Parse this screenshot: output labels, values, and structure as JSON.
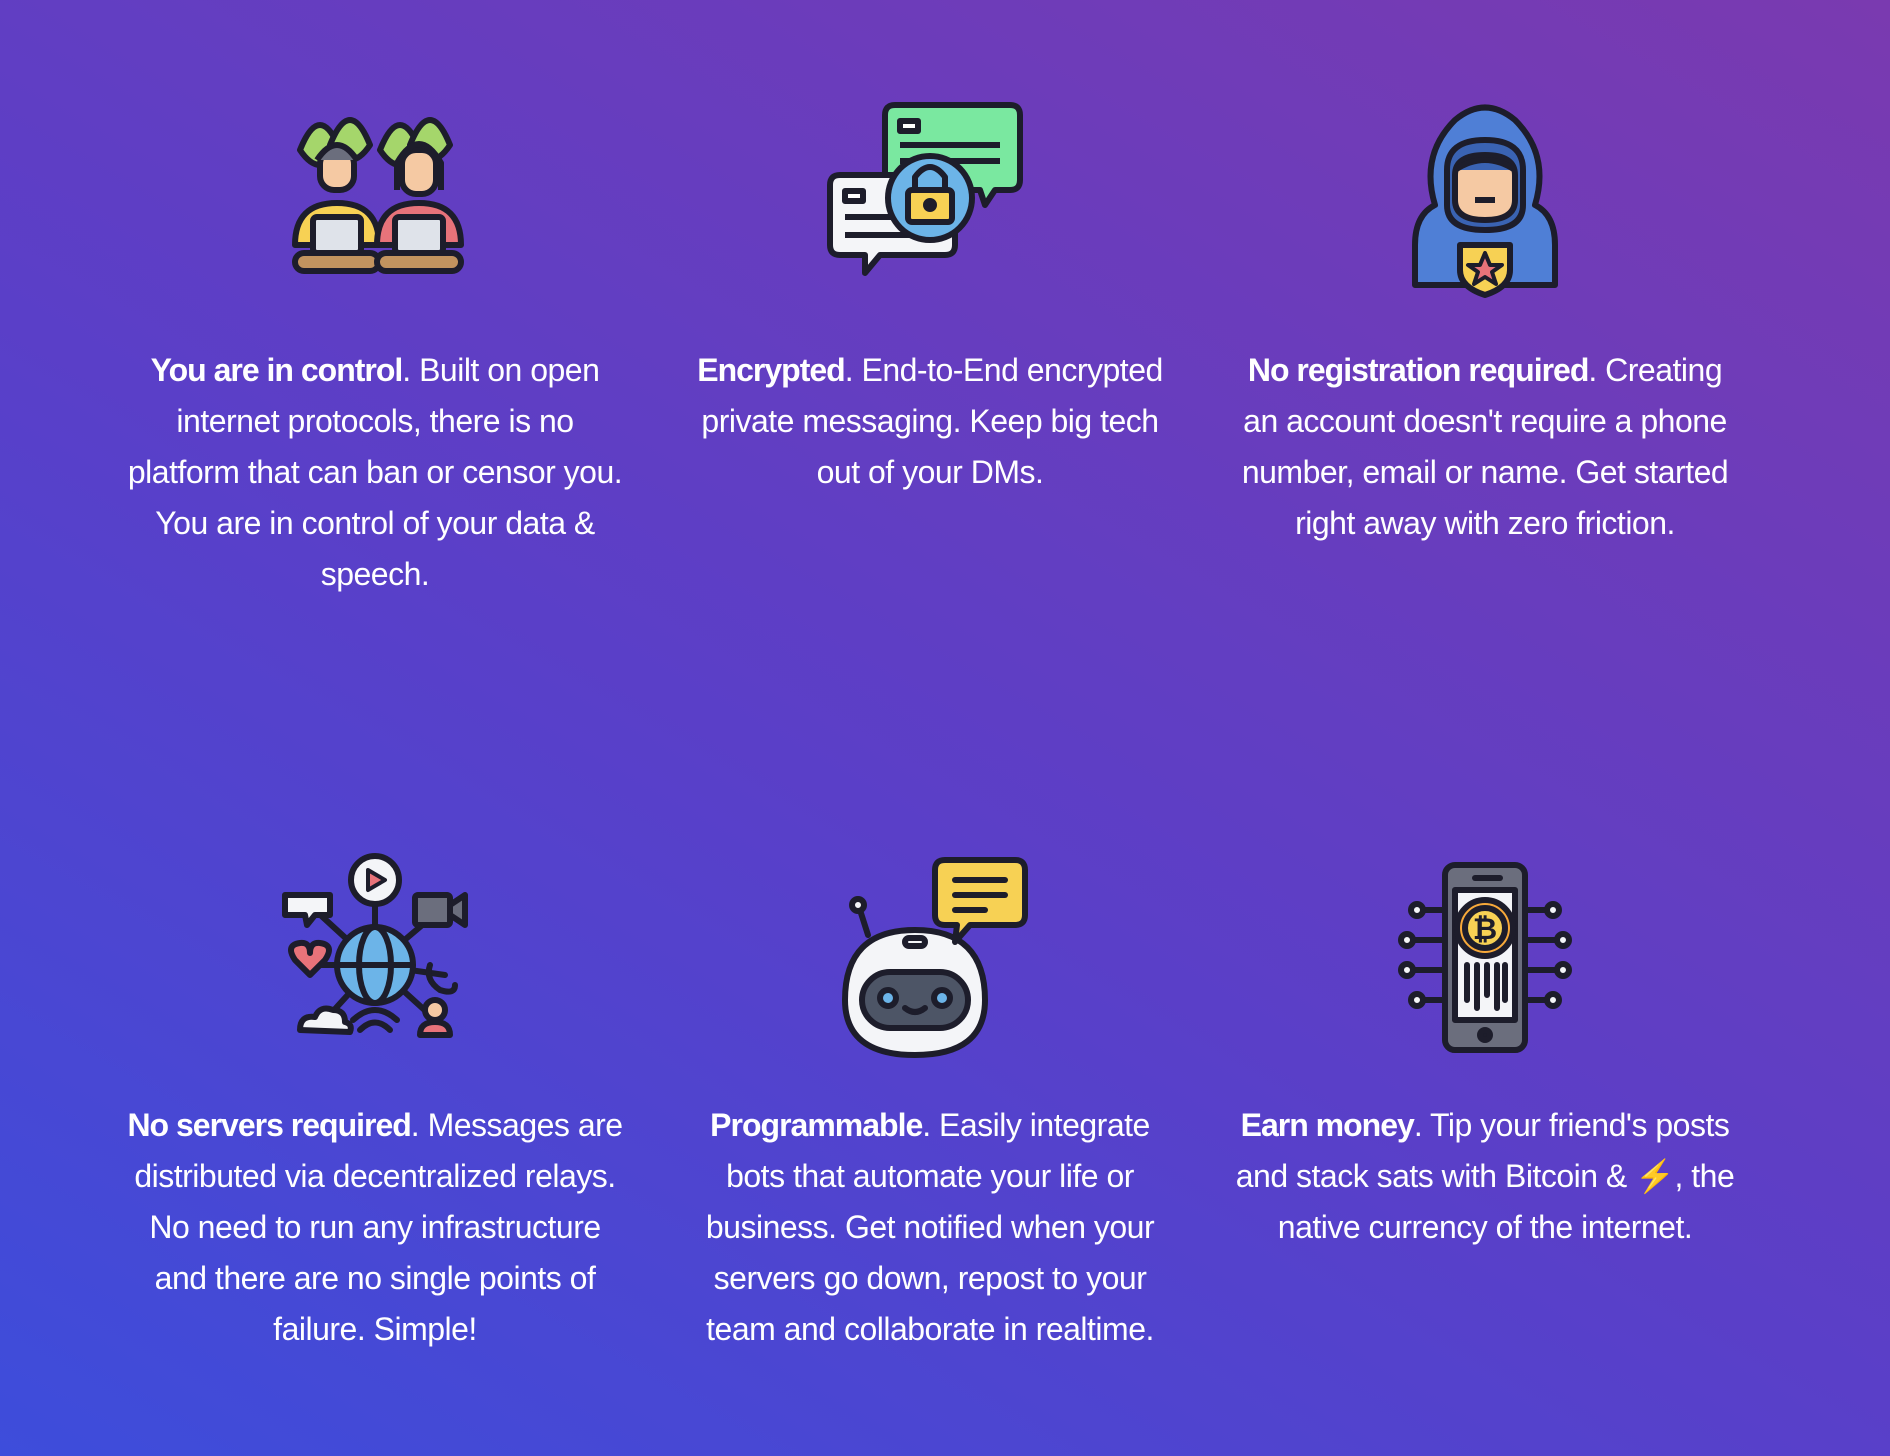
{
  "features": [
    {
      "title": "You are in control",
      "body": "Built on open internet protocols, there is no platform that can ban or censor you. You are in control of your data & speech.",
      "icon": "people-with-laptops-icon"
    },
    {
      "title": "Encrypted",
      "body": "End-to-End encrypted private messaging. Keep big tech out of your DMs.",
      "icon": "encrypted-chat-icon"
    },
    {
      "title": "No registration required",
      "body": "Creating an account doesn't require a phone number, email or name. Get started right away with zero friction.",
      "icon": "anonymous-hoodie-icon"
    },
    {
      "title": "No servers required",
      "body": "Messages are distributed via decentralized relays. No need to run any infrastructure and there are no single points of failure. Simple!",
      "icon": "network-globe-icon"
    },
    {
      "title": "Programmable",
      "body": "Easily integrate bots that automate your life or business. Get notified when your servers go down, repost to your team and collaborate in realtime.",
      "icon": "robot-chat-icon"
    },
    {
      "title": "Earn money",
      "body": "Tip your friend's posts and stack sats with Bitcoin & ⚡, the native currency of the internet.",
      "icon": "bitcoin-phone-icon"
    }
  ],
  "separators": {
    "after_bold": ". ",
    "after_bold_alt": ". "
  }
}
